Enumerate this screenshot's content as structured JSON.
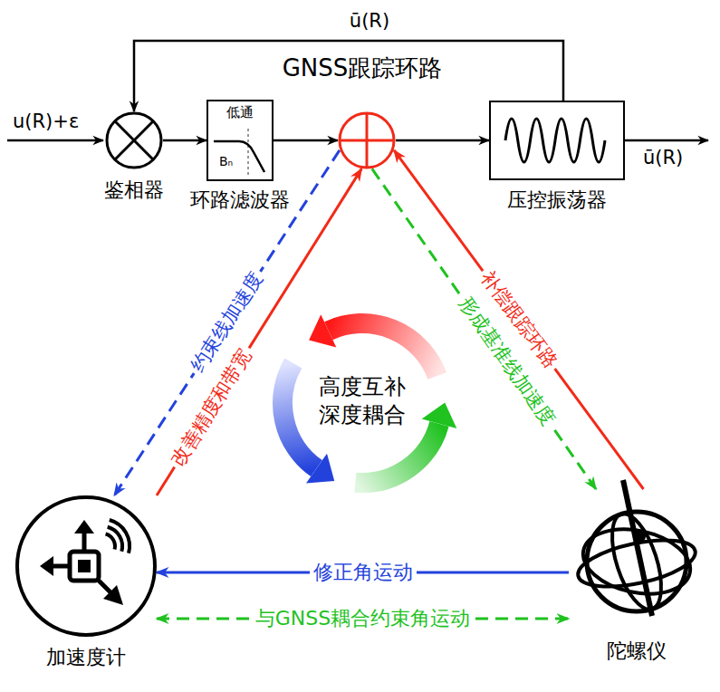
{
  "diagram": {
    "nodes": [
      {
        "text": [
          "鉴相器"
        ]
      },
      {
        "text": [
          "低通",
          "Bₙ",
          "环路滤波器"
        ]
      },
      {
        "text": []
      },
      {
        "text": [
          "压控振荡器"
        ]
      },
      {
        "text": [
          "高度互补 深度耦合"
        ]
      },
      {
        "text": [
          "加速度计"
        ]
      },
      {
        "text": [
          "陀螺仪"
        ]
      }
    ],
    "edges": [
      {
        "from": 0,
        "to": 1,
        "arrow": "to"
      },
      {
        "from": 1,
        "to": 2,
        "arrow": "to"
      },
      {
        "from": 2,
        "to": 3,
        "arrow": "to"
      },
      {
        "from": 3,
        "to": 0,
        "arrow": "to",
        "label": "ū(R)"
      },
      {
        "from": 2,
        "to": 5,
        "arrow": "to",
        "label": "约束线加速度"
      },
      {
        "from": 5,
        "to": 2,
        "arrow": "to",
        "label": "改善精度和带宽"
      },
      {
        "from": 2,
        "to": 6,
        "arrow": "to",
        "label": "形成基准线加速度"
      },
      {
        "from": 6,
        "to": 2,
        "arrow": "to",
        "label": "补偿跟踪环路"
      },
      {
        "from": 6,
        "to": 5,
        "arrow": "to",
        "label": "修正角运动"
      },
      {
        "from": 5,
        "to": 6,
        "arrow": "both",
        "label": "与GNSS耦合约束角运动"
      }
    ],
    "labels": [
      "GNSS跟踪环路",
      "u(R)+ε",
      "ū(R)"
    ]
  }
}
